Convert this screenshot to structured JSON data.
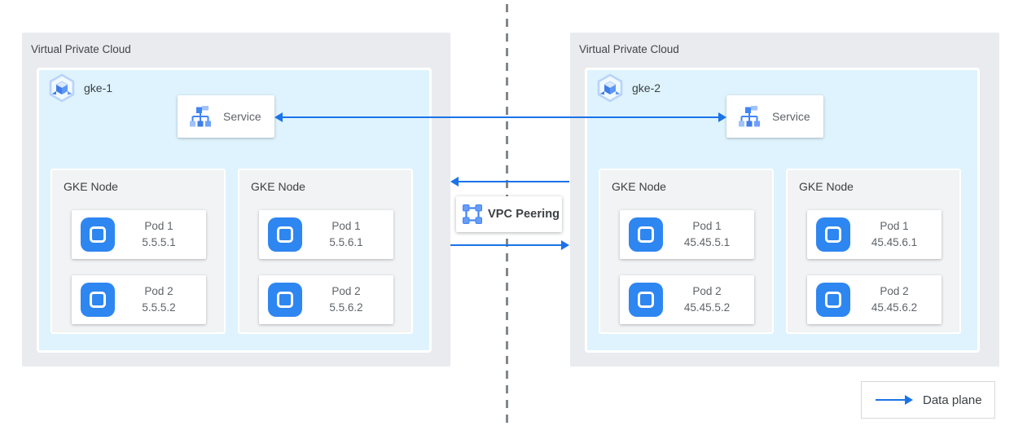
{
  "colors": {
    "accent_blue": "#1a73e8",
    "icon_blue": "#4285f4",
    "icon_blue_light": "#a0c2f9",
    "pod_icon_bg": "#2e86f1",
    "vpc_bg": "#e9ebee",
    "cluster_bg": "#def3fd",
    "node_bg": "#f1f3f4",
    "dashed_divider": "#82878c",
    "text_dark": "#3c4043",
    "text_gray": "#5f6368"
  },
  "vpcs": [
    {
      "label": "Virtual Private Cloud",
      "cluster": {
        "name": "gke-1",
        "service": "Service",
        "nodes": [
          {
            "title": "GKE Node",
            "pods": [
              {
                "name": "Pod 1",
                "ip": "5.5.5.1"
              },
              {
                "name": "Pod 2",
                "ip": "5.5.5.2"
              }
            ]
          },
          {
            "title": "GKE Node",
            "pods": [
              {
                "name": "Pod 1",
                "ip": "5.5.6.1"
              },
              {
                "name": "Pod 2",
                "ip": "5.5.6.2"
              }
            ]
          }
        ]
      }
    },
    {
      "label": "Virtual Private Cloud",
      "cluster": {
        "name": "gke-2",
        "service": "Service",
        "nodes": [
          {
            "title": "GKE Node",
            "pods": [
              {
                "name": "Pod 1",
                "ip": "45.45.5.1"
              },
              {
                "name": "Pod 2",
                "ip": "45.45.5.2"
              }
            ]
          },
          {
            "title": "GKE Node",
            "pods": [
              {
                "name": "Pod 1",
                "ip": "45.45.6.1"
              },
              {
                "name": "Pod 2",
                "ip": "45.45.6.2"
              }
            ]
          }
        ]
      }
    }
  ],
  "peering": {
    "label": "VPC Peering"
  },
  "legend": {
    "label": "Data plane"
  }
}
